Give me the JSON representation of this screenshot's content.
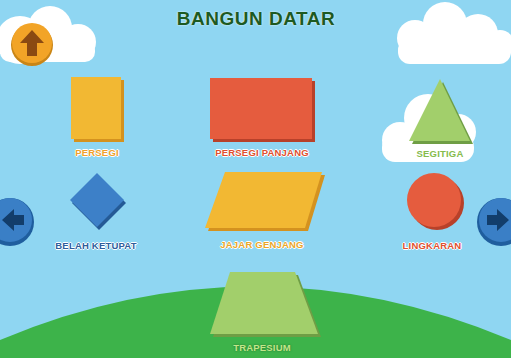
{
  "diagram": {
    "title": "BANGUN DATAR",
    "labels": [
      "PERSEGI",
      "PERSEGI PANJANG",
      "SEGITIGA",
      "BELAH KETUPAT",
      "JAJAR GENJANG",
      "LINGKARAN",
      "TRAPESIUM"
    ]
  }
}
